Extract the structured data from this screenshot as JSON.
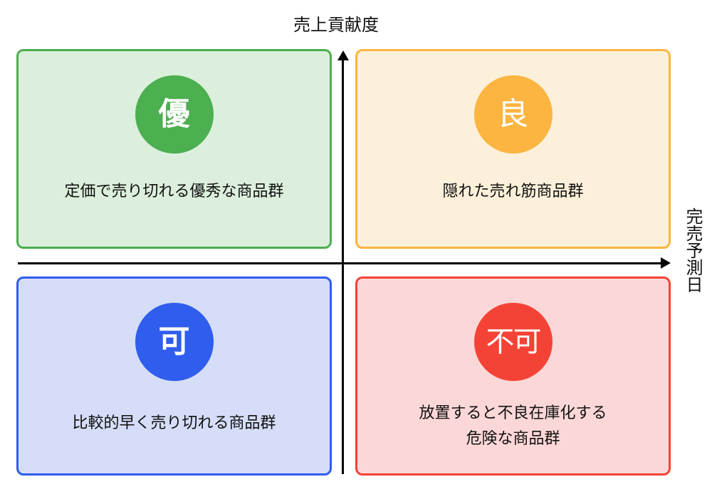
{
  "axes": {
    "y_label": "売上貢献度",
    "x_label": "完売予測日"
  },
  "quadrants": [
    {
      "position": "top-left",
      "badge": "優",
      "description": "定価で売り切れる優秀な商品群",
      "color": "#4caf50",
      "background": "#dcefdc"
    },
    {
      "position": "top-right",
      "badge": "良",
      "description": "隠れた売れ筋商品群",
      "color": "#fbb540",
      "background": "#fdf0da"
    },
    {
      "position": "bottom-left",
      "badge": "可",
      "description": "比較的早く売り切れる商品群",
      "color": "#2f5ded",
      "background": "#d5ddf8"
    },
    {
      "position": "bottom-right",
      "badge": "不可",
      "description_lines": [
        "放置すると不良在庫化する",
        "危険な商品群"
      ],
      "color": "#f44336",
      "background": "#fcd7d7"
    }
  ]
}
